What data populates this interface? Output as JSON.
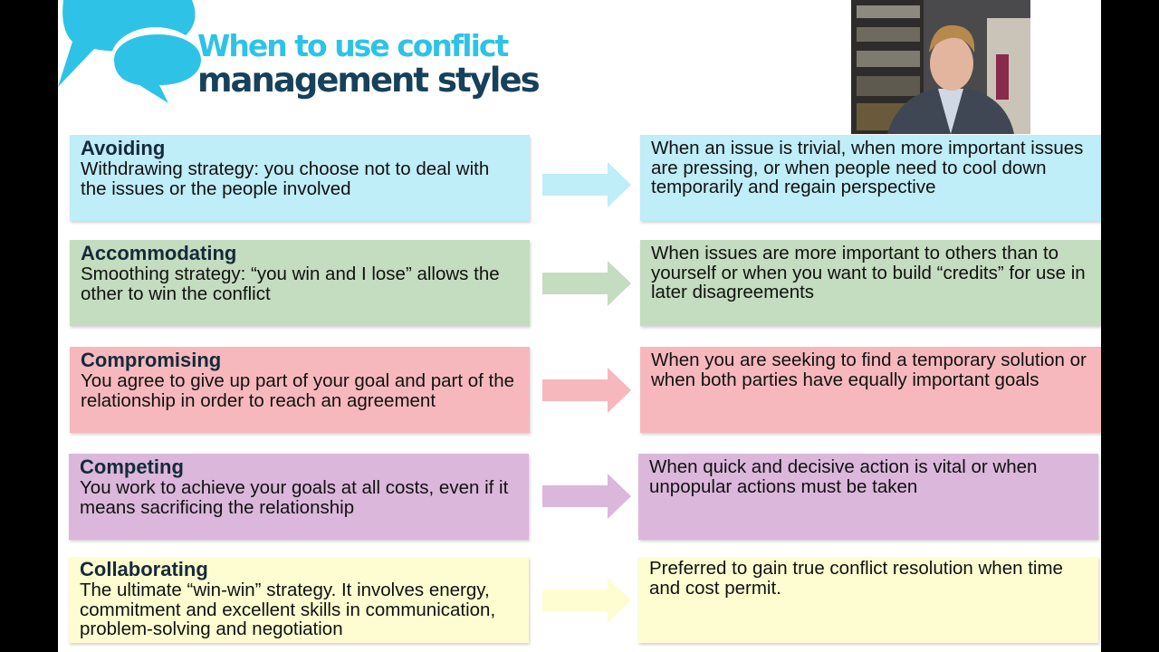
{
  "title": {
    "line1": "When to use conflict",
    "line2": "management styles"
  },
  "colors": {
    "title_accent": "#2ec3e6",
    "title_dark": "#17415a",
    "avoiding": "#bfedf8",
    "accommodating": "#c4dcbf",
    "compromising": "#f6b8bd",
    "competing": "#dbb7db",
    "collaborating": "#fdfdd1"
  },
  "styles": [
    {
      "name": "Avoiding",
      "description": "Withdrawing strategy: you choose not to deal with the issues or the people involved",
      "when": "When an issue is trivial, when more important issues are pressing, or when people need to cool down temporarily and regain perspective"
    },
    {
      "name": "Accommodating",
      "description": "Smoothing strategy: “you win and I lose” allows the other to win the conflict",
      "when": "When issues are more important to others than to yourself or when you want to build “credits” for use in later disagreements"
    },
    {
      "name": "Compromising",
      "description": "You agree to give up part of your goal and part of the relationship in order to reach an agreement",
      "when": "When you are seeking to find a temporary solution or when both parties have equally important goals"
    },
    {
      "name": "Competing",
      "description": "You work to achieve your goals at all costs, even if it means sacrificing the relationship",
      "when": "When quick and decisive action is vital or when unpopular actions must be taken"
    },
    {
      "name": "Collaborating",
      "description": "The ultimate “win-win” strategy.  It involves energy, commitment and excellent skills in communication, problem-solving and negotiation",
      "when": "Preferred to gain true conflict resolution when time and cost permit."
    }
  ]
}
